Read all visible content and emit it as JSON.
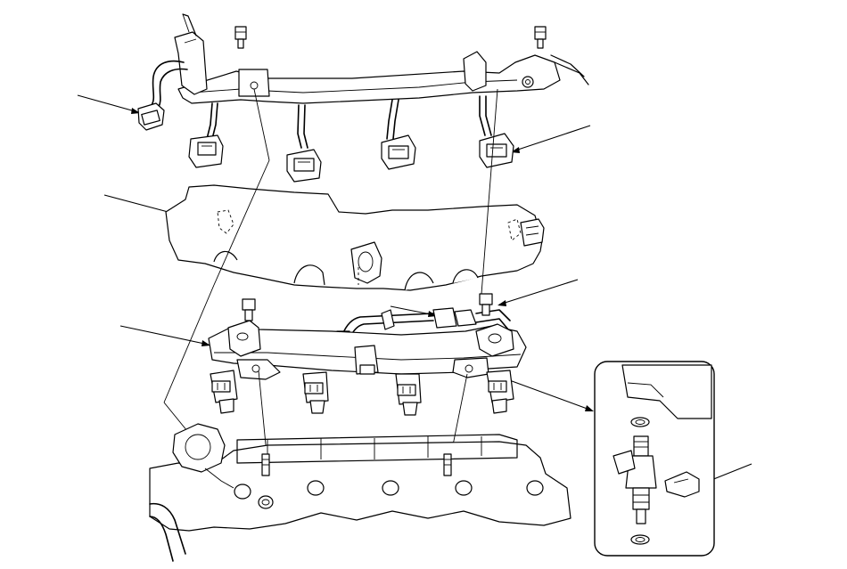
{
  "diagram": {
    "parts": [
      {
        "id": "wire-harness",
        "icon": "wire-harness-icon"
      },
      {
        "id": "harness-connector",
        "icon": "connector-icon"
      },
      {
        "id": "injector-connectors",
        "icon": "connector-icon"
      },
      {
        "id": "harness-cover",
        "icon": "cover-icon"
      },
      {
        "id": "fuel-hose-clamp",
        "icon": "clamp-icon"
      },
      {
        "id": "fuel-rail",
        "icon": "fuel-rail-icon"
      },
      {
        "id": "fuel-injectors",
        "icon": "injector-icon"
      },
      {
        "id": "intake-manifold",
        "icon": "manifold-icon"
      },
      {
        "id": "injector-detail-inset",
        "icon": "detail-inset-icon"
      },
      {
        "id": "injector-clip",
        "icon": "clip-icon"
      },
      {
        "id": "o-rings",
        "icon": "o-ring-icon"
      },
      {
        "id": "bolts",
        "icon": "bolt-icon"
      }
    ],
    "callout_count": 7,
    "colors": {
      "line": "#000000",
      "background": "#ffffff",
      "shade": "#e8e8e8"
    }
  }
}
